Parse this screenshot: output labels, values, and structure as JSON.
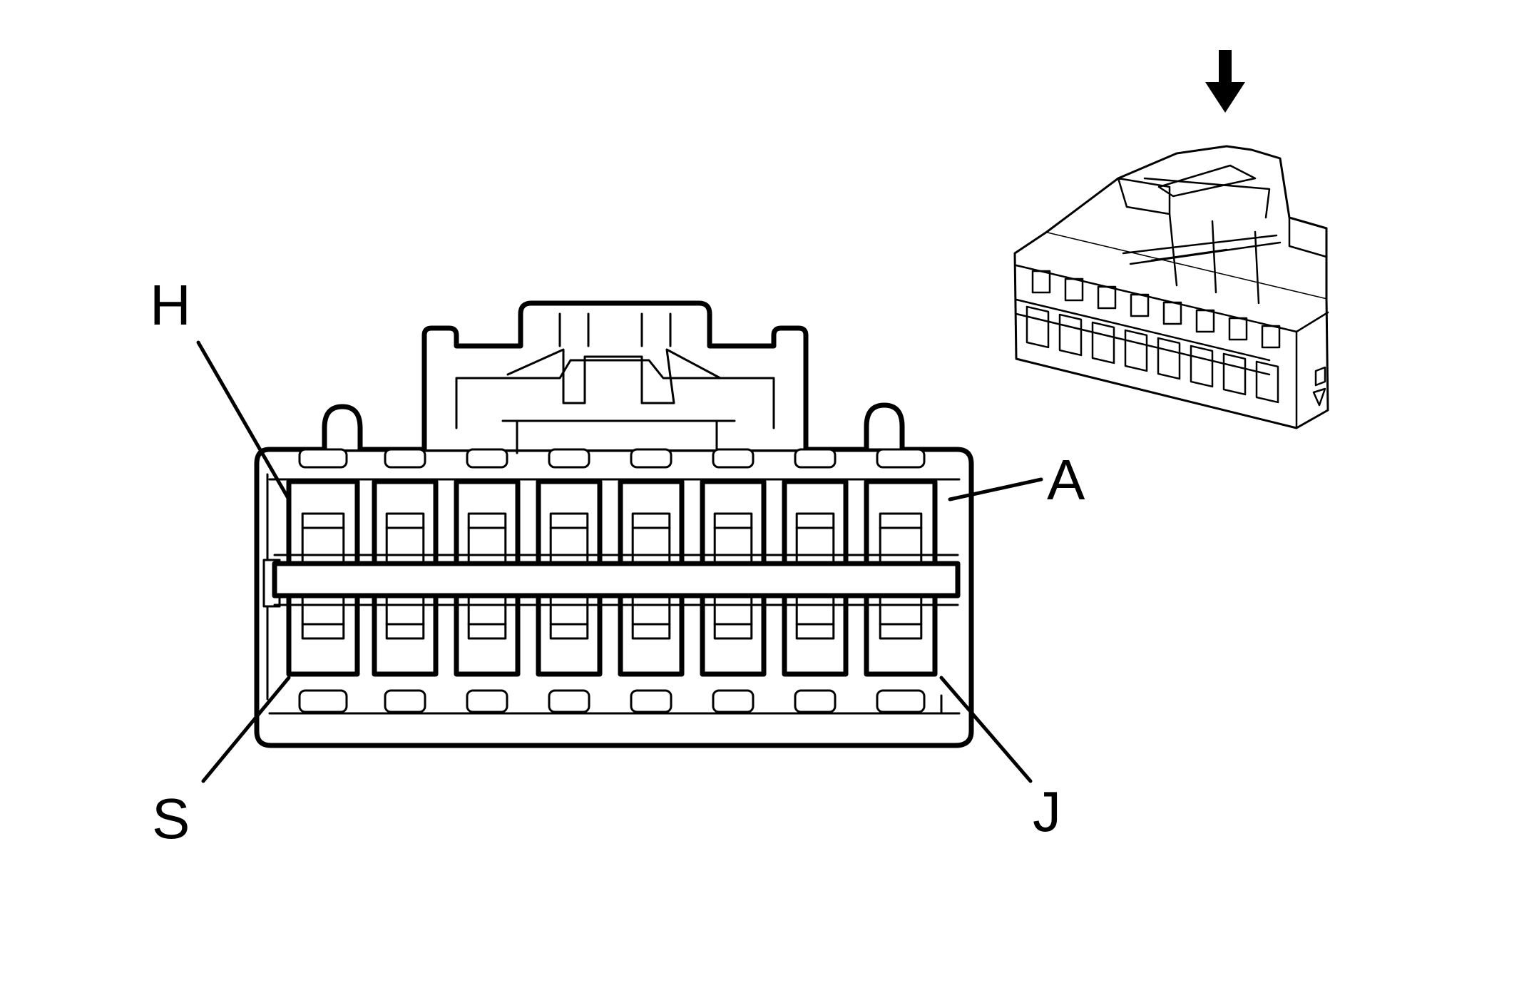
{
  "labels": {
    "top_left": "H",
    "top_right": "A",
    "bottom_left": "S",
    "bottom_right": "J"
  },
  "connector": {
    "cavities_per_row": 8,
    "rows": 2
  },
  "icons": {
    "arrow": "down-arrow-icon",
    "iso_view": "connector-isometric-icon"
  }
}
